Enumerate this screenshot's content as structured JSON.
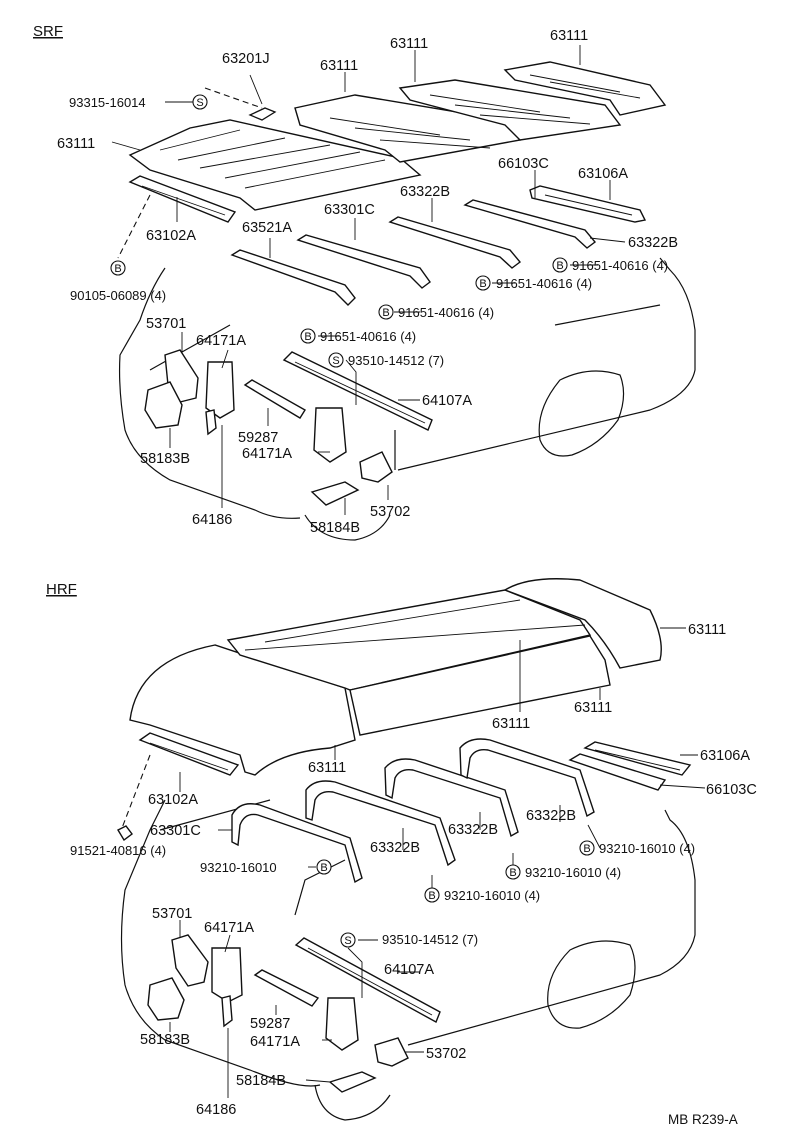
{
  "sections": {
    "srf": "SRF",
    "hrf": "HRF"
  },
  "srf_labels": {
    "l_63201J": "63201J",
    "l_63111_a": "63111",
    "l_63111_b": "63111",
    "l_63111_c": "63111",
    "l_63111_d": "63111",
    "l_93315": "93315-16014",
    "l_66103C": "66103C",
    "l_63106A": "63106A",
    "l_63322B_a": "63322B",
    "l_63322B_b": "63322B",
    "l_63301C": "63301C",
    "l_63521A": "63521A",
    "l_63102A": "63102A",
    "l_91651_a": "91651-40616 (4)",
    "l_91651_b": "91651-40616 (4)",
    "l_91651_c": "91651-40616 (4)",
    "l_91651_d": "91651-40616 (4)",
    "l_90105": "90105-06089 (4)",
    "l_53701": "53701",
    "l_64171A_a": "64171A",
    "l_93510": "93510-14512 (7)",
    "l_64107A": "64107A",
    "l_59287": "59287",
    "l_64171A_b": "64171A",
    "l_58183B": "58183B",
    "l_53702": "53702",
    "l_64186": "64186",
    "l_58184B": "58184B"
  },
  "hrf_labels": {
    "l_63111_a": "63111",
    "l_63111_b": "63111",
    "l_63111_c": "63111",
    "l_63111_d": "63111",
    "l_63106A": "63106A",
    "l_66103C": "66103C",
    "l_63102A": "63102A",
    "l_63322B_a": "63322B",
    "l_63322B_b": "63322B",
    "l_63322B_c": "63322B",
    "l_63301C": "63301C",
    "l_91521": "91521-40816 (4)",
    "l_93210_a": "93210-16010",
    "l_93210_b": "93210-16010 (4)",
    "l_93210_c": "93210-16010 (4)",
    "l_93210_d": "93210-16010 (4)",
    "l_53701": "53701",
    "l_64171A_a": "64171A",
    "l_93510": "93510-14512 (7)",
    "l_64107A": "64107A",
    "l_59287": "59287",
    "l_64171A_b": "64171A",
    "l_58183B": "58183B",
    "l_53702": "53702",
    "l_58184B": "58184B",
    "l_64186": "64186"
  },
  "badges": {
    "bolt": "B",
    "screw": "S"
  },
  "footer": {
    "ref": "MB R239-A"
  }
}
